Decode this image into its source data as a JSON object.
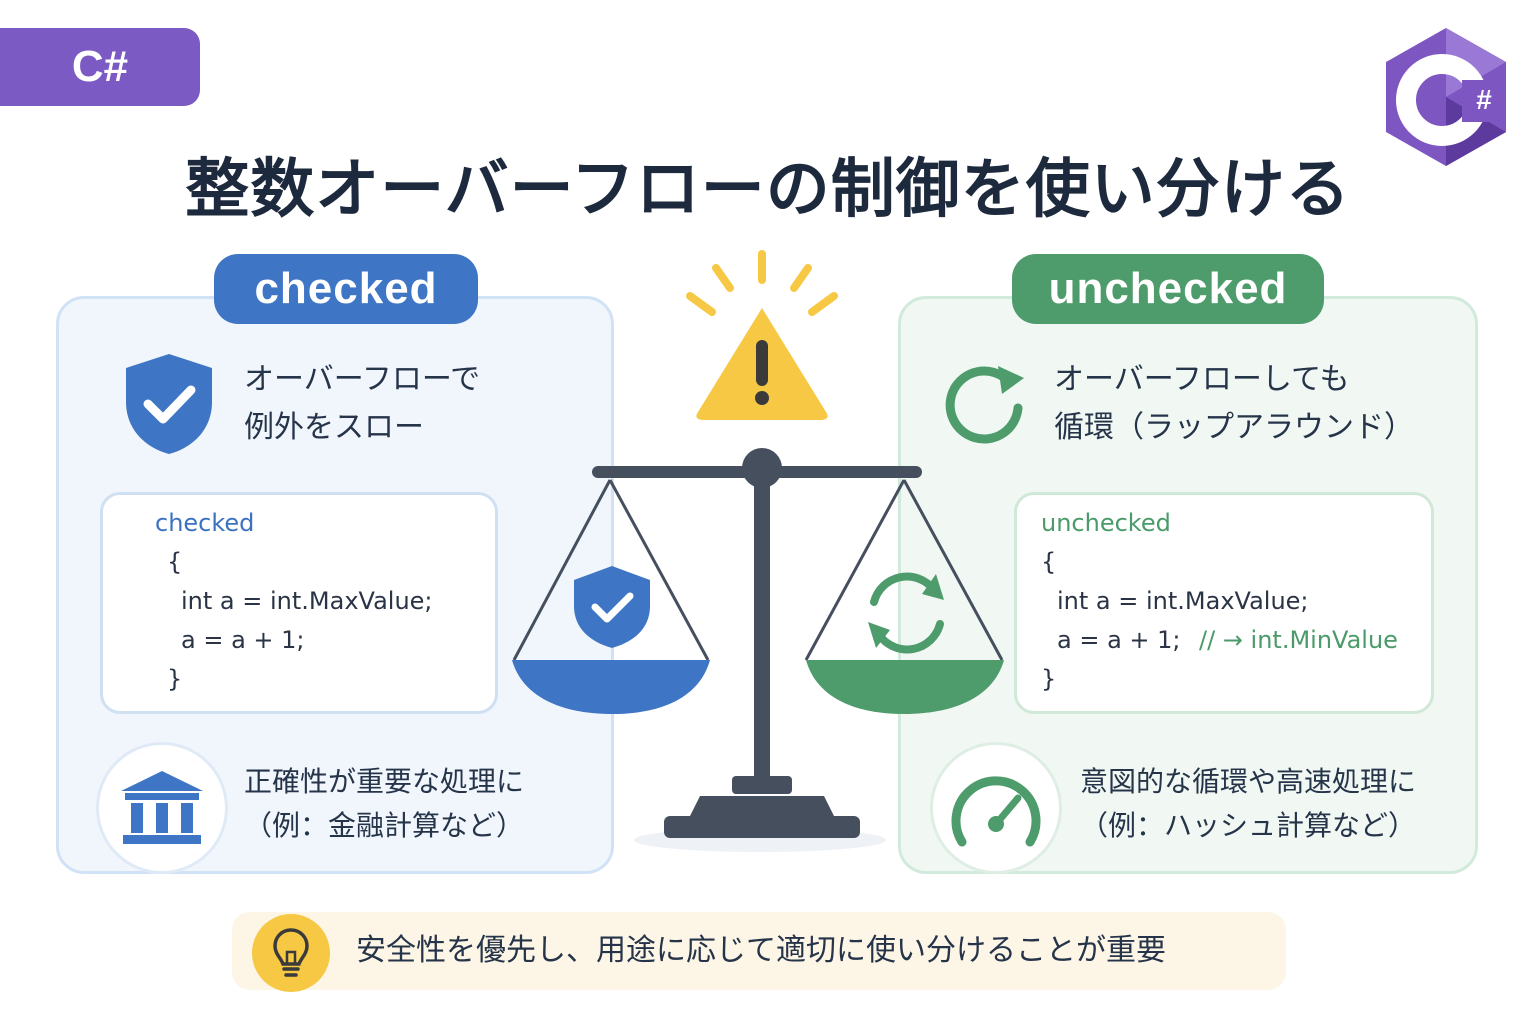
{
  "header": {
    "tag": "C#",
    "logo_symbol": "#",
    "title": "整数オーバーフローの制御を使い分ける"
  },
  "left": {
    "pill": "checked",
    "feature_line1": "オーバーフローで",
    "feature_line2": "例外をスロー",
    "code": {
      "keyword": "checked",
      "open": "{",
      "line1": "int a = int.MaxValue;",
      "line2": "a = a + 1;",
      "close": "}"
    },
    "usecase_line1": "正確性が重要な処理に",
    "usecase_line2": "（例：金融計算など）",
    "icons": {
      "feature": "shield-check-icon",
      "usecase": "bank-icon"
    }
  },
  "right": {
    "pill": "unchecked",
    "feature_line1": "オーバーフローしても",
    "feature_line2": "循環（ラップアラウンド）",
    "code": {
      "keyword": "unchecked",
      "open": "{",
      "line1": "int a = int.MaxValue;",
      "line2": "a = a + 1;",
      "comment": "// → int.MinValue",
      "close": "}"
    },
    "usecase_line1": "意図的な循環や高速処理に",
    "usecase_line2": "（例：ハッシュ計算など）",
    "icons": {
      "feature": "cycle-arrow-icon",
      "usecase": "speedometer-icon"
    }
  },
  "center": {
    "icons": [
      "warning-icon",
      "balance-scale-icon"
    ]
  },
  "footer": {
    "text": "安全性を優先し、用途に応じて適切に使い分けることが重要",
    "icon": "lightbulb-icon"
  },
  "colors": {
    "purple": "#7b5ac4",
    "blue": "#3e76c5",
    "green": "#4e9c6c",
    "warning": "#f6c844",
    "scale": "#454f5e"
  }
}
